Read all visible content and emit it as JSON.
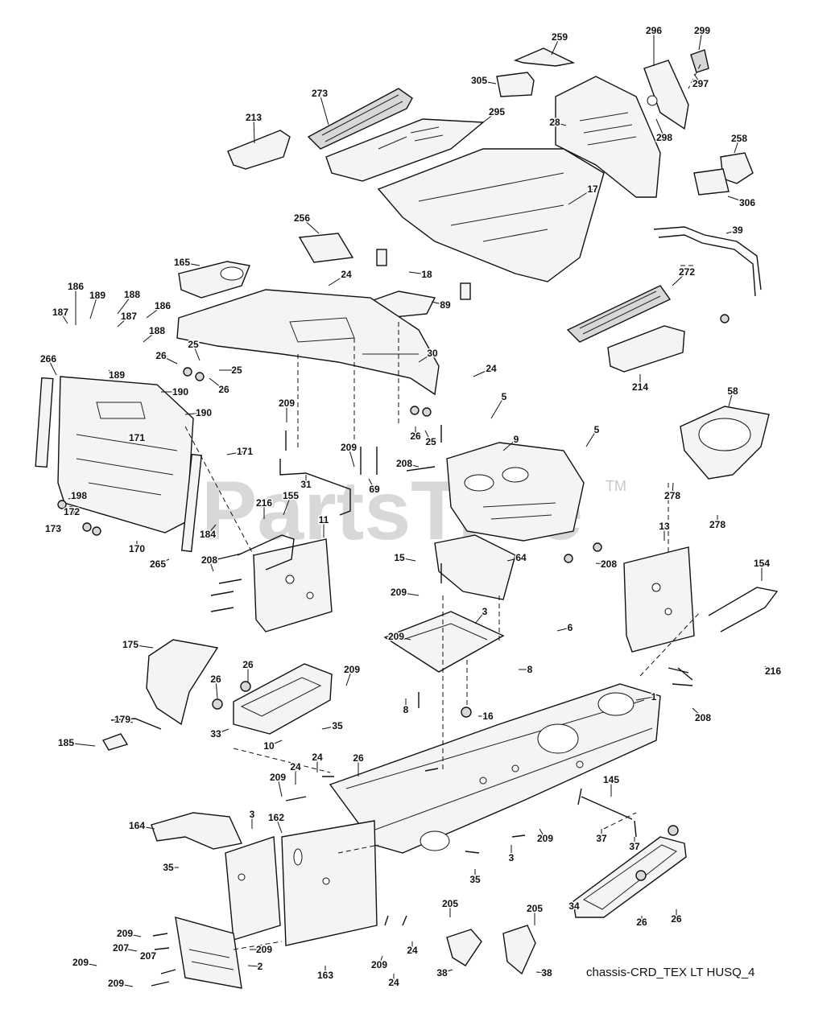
{
  "watermark": {
    "text": "PartsTree",
    "tm": "TM"
  },
  "caption": "chassis-CRD_TEX LT HUSQ_4",
  "callout_labels": [
    "259",
    "296",
    "299",
    "297",
    "305",
    "298",
    "273",
    "213",
    "295",
    "28",
    "258",
    "306",
    "17",
    "39",
    "256",
    "165",
    "24",
    "18",
    "89",
    "272",
    "186",
    "189",
    "188",
    "187",
    "186",
    "187",
    "188",
    "266",
    "26",
    "25",
    "25",
    "26",
    "30",
    "24",
    "214",
    "58",
    "189",
    "190",
    "190",
    "171",
    "171",
    "209",
    "5",
    "5",
    "9",
    "26",
    "25",
    "209",
    "208",
    "69",
    "31",
    "278",
    "278",
    "198",
    "172",
    "173",
    "216",
    "155",
    "184",
    "170",
    "265",
    "11",
    "13",
    "15",
    "64",
    "208",
    "154",
    "208",
    "209",
    "6",
    "3",
    "209",
    "8",
    "216",
    "175",
    "26",
    "209",
    "26",
    "8",
    "16",
    "208",
    "179",
    "35",
    "185",
    "33",
    "10",
    "1",
    "26",
    "24",
    "24",
    "209",
    "145",
    "37",
    "3",
    "162",
    "164",
    "209",
    "37",
    "35",
    "3",
    "35",
    "205",
    "205",
    "34",
    "26",
    "26",
    "209",
    "207",
    "207",
    "209",
    "2",
    "209",
    "209",
    "163",
    "209",
    "24",
    "24",
    "38",
    "38"
  ]
}
